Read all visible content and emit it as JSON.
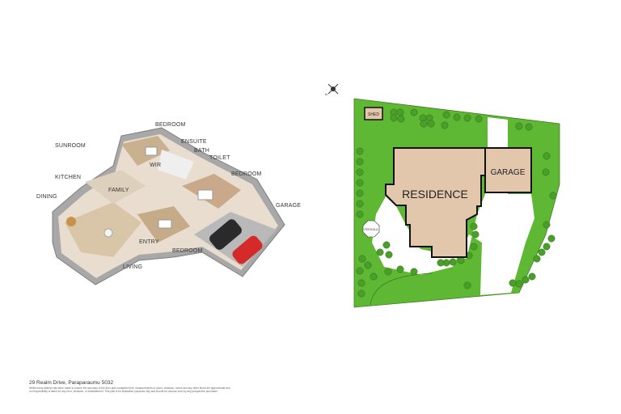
{
  "floor_plan": {
    "rooms": {
      "bedroom_top": "BEDROOM",
      "ensuite": "ENSUITE",
      "sunroom": "SUNROOM",
      "bath": "BATH",
      "toilet": "TOILET",
      "wir": "WIR",
      "kitchen": "KITCHEN",
      "bedroom_right": "BEDROOM",
      "family": "FAMILY",
      "dining": "DINING",
      "garage": "GARAGE",
      "entry": "ENTRY",
      "bedroom_bottom": "BEDROOM",
      "living": "LIVING"
    },
    "colors": {
      "wall": "#9a9a9a",
      "floor": "#d8c4a8",
      "car": "#d42a2a"
    }
  },
  "site_plan": {
    "compass": "N",
    "shed": "SHED",
    "residence": "RESIDENCE",
    "garage": "GARAGE",
    "pergola": "PERGOLA",
    "colors": {
      "lawn": "#5fb833",
      "tree": "#4a9e2a",
      "building": "#e3c7ad",
      "outline": "#111111"
    }
  },
  "footer": {
    "address": "29 Realm Drive, Paraparaumu 5032",
    "disclaimer": "Whilst every attempt has been made to ensure the accuracy of the floor plan contained here, measurements of doors, windows, rooms and any other items are approximate and no responsibility is taken for any error, omission, or misstatement. This plan is for illustrative purposes only and should be used as such by any prospective purchaser."
  }
}
